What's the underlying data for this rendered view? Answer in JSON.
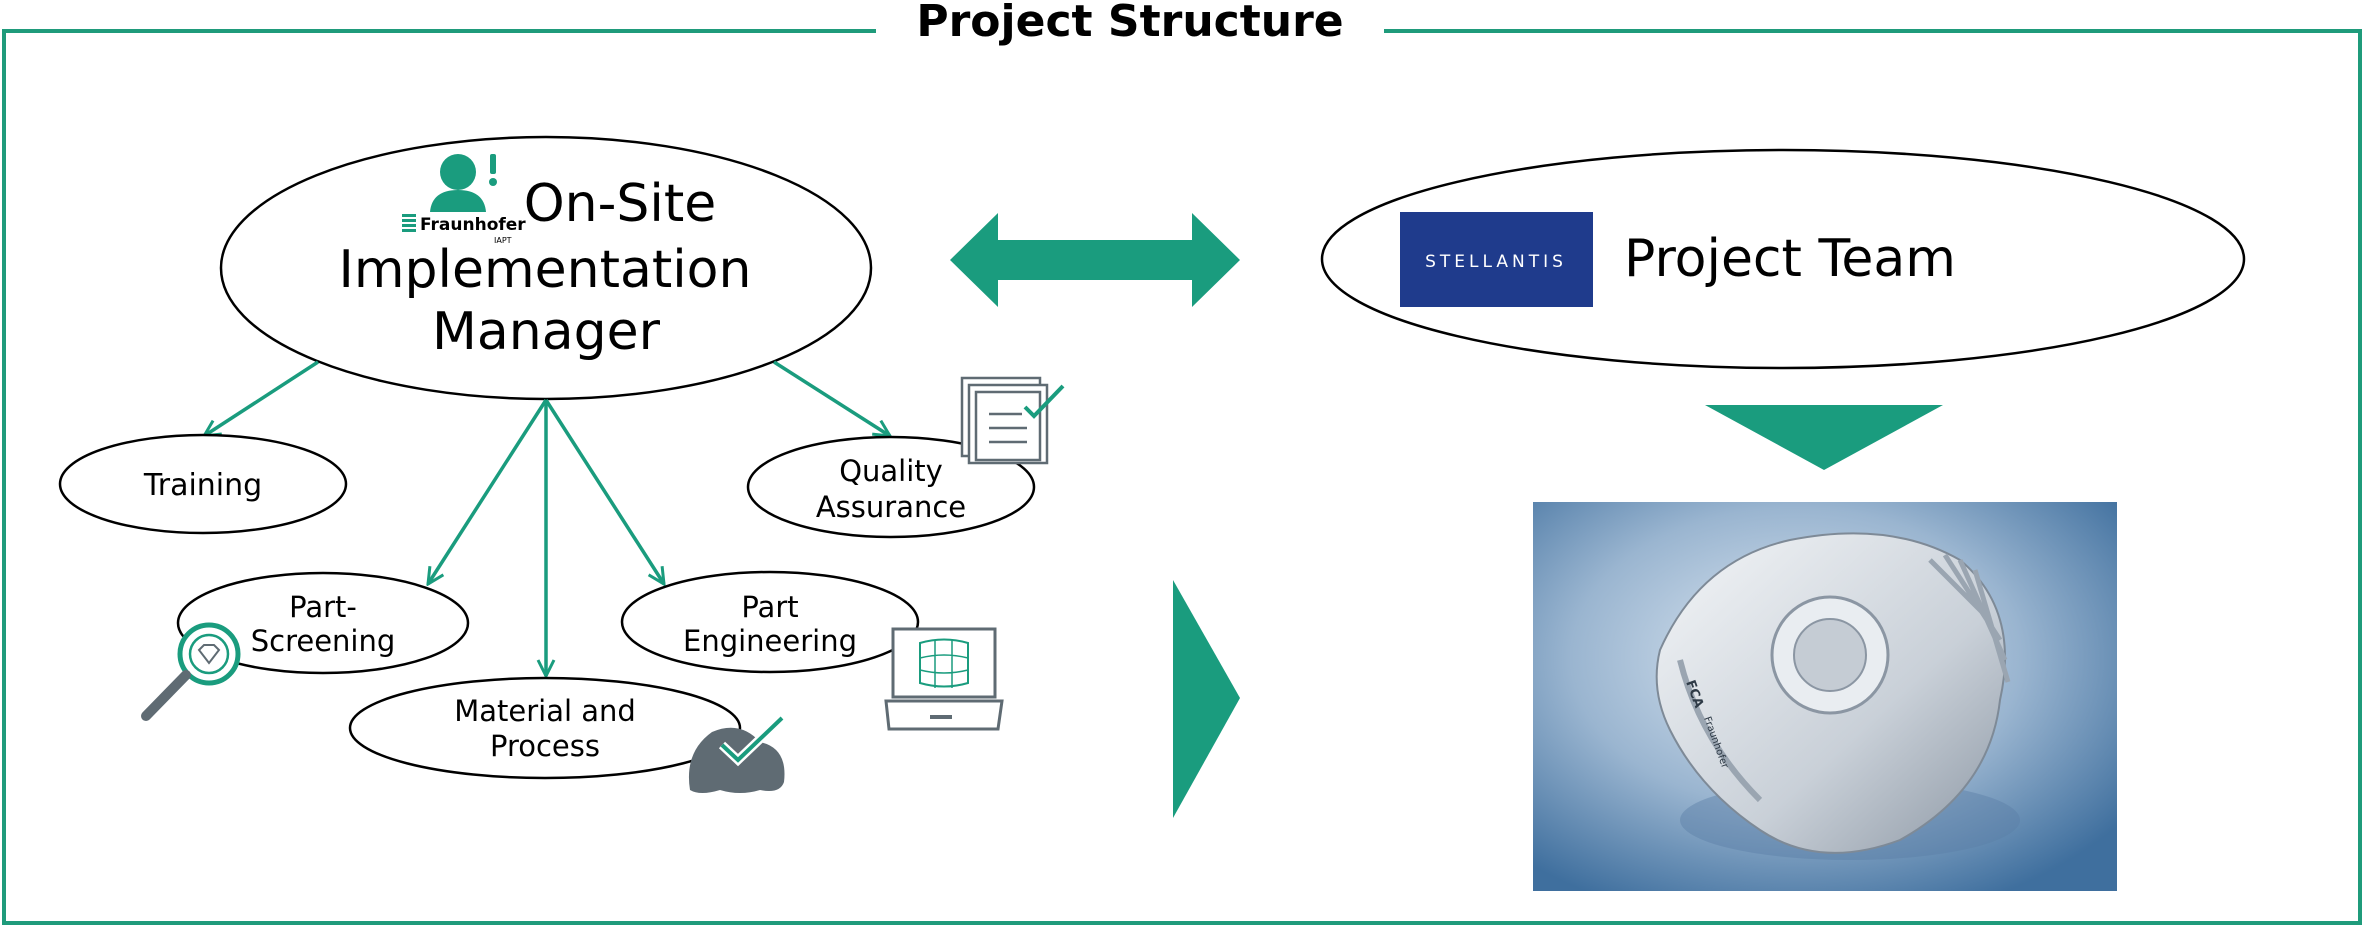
{
  "title": "Project Structure",
  "manager": {
    "org_logo_text": "Fraunhofer",
    "org_logo_subtext": "IAPT",
    "line1": "On-Site",
    "line2": "Implementation",
    "line3": "Manager"
  },
  "project_team": {
    "logo_text": "STELLANTIS",
    "label": "Project Team"
  },
  "tasks": {
    "training": "Training",
    "quality_1": "Quality",
    "quality_2": "Assurance",
    "part_screening_1": "Part-",
    "part_screening_2": "Screening",
    "part_engineering_1": "Part",
    "part_engineering_2": "Engineering",
    "material_1": "Material and",
    "material_2": "Process"
  },
  "product_photo": {
    "brand_1": "FCA",
    "brand_2": "Fraunhofer"
  },
  "colors": {
    "accent": "#1a9c7e",
    "frame": "#1f9b7b",
    "icon_gray": "#5f6b73",
    "stellantis_blue": "#1f3b8c"
  }
}
